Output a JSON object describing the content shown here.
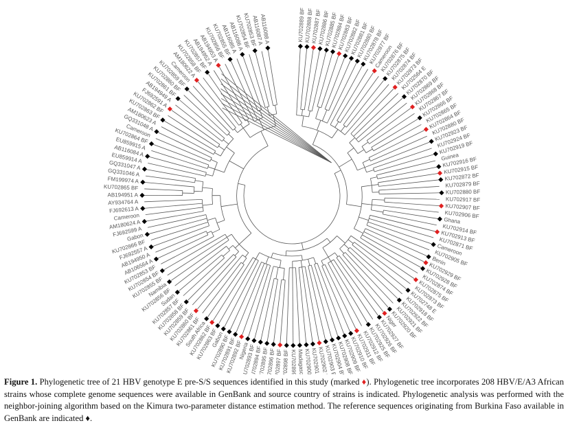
{
  "figure": {
    "label": "Figure 1.",
    "caption_part1": " Phylogenetic tree of 21 HBV genotype E pre-S/S sequences identified in this study (marked ",
    "marker_this_study": "♦",
    "caption_part2": "). Phylogenetic tree incorporates 208 HBV/E/A3 African strains whose complete genome sequences were available in GenBank and source country of strains is indicated. Phylogenetic analysis was performed with the neighbor-joining algorithm based on the Kimura two-parameter distance estimation method. The reference sequences originating from Burkina Faso available in GenBank are indicated ",
    "marker_reference": "♦",
    "caption_part3": "."
  },
  "colors": {
    "this_study_marker": "#e02020",
    "reference_marker": "#000000",
    "branches": "#555555"
  },
  "tree": {
    "leaves": [
      "KU702889 BF",
      "KU702888 BF",
      "KU702887 BF",
      "KU702886 BF",
      "KU702885 BF",
      "KU702884 BF",
      "KU702883 BF",
      "KU702882 BF",
      "KU702881 BF",
      "KU702880 BF",
      "KU702878 BF",
      "KU702877 BF",
      "Cameroon",
      "KU702876 BF",
      "KU702875 BF",
      "KU702874 BF",
      "KU702873 BF",
      "KU702564 E",
      "KU702870 BF",
      "KU702869 BF",
      "KU702868 BF",
      "KU702867 BF",
      "KU702866 BF",
      "KU702865 BF",
      "KU702864 BF",
      "KU702880 BF",
      "KU702923 BF",
      "KU702924 BF",
      "KU702919 BF",
      "Guinea",
      "KU702916 BF",
      "KU702915 BF",
      "KU702872 BF",
      "KU702879 BF",
      "KU702880 BF",
      "KU702917 BF",
      "KU702907 BF",
      "KU702906 BF",
      "Ghana",
      "KU702914 BF",
      "KU702913 BF",
      "KU702871 BF",
      "Cameroon",
      "KU702905 BF",
      "Benin",
      "KU702929 BF",
      "KU702928 BF",
      "KU702874 BF",
      "KU702875 BF",
      "KU702873 BF",
      "KU702748 E",
      "KU702918 BF",
      "KU702922 BF",
      "KU702921 BF",
      "KU702920 BF",
      "Niger",
      "KU702927 BF",
      "KU702926 BF",
      "KU702925 BF",
      "KU702912 BF",
      "KU702911 BF",
      "KU702910 BF",
      "KU702909 BF",
      "KU702908 BF",
      "KU702904 BF",
      "KU702903 BF",
      "KU702902 BF",
      "KU702901 BF",
      "KU702900 BF",
      "Madagascar",
      "KU702899 BF",
      "KU702898 BF",
      "KU702897 BF",
      "KU702896 BF",
      "KU702895 BF",
      "KU702894 BF",
      "KU702893 BF",
      "Nigeria",
      "KU702892 BF",
      "KU702891 BF",
      "KU702890 BF",
      "Gabon",
      "KU702863 BF",
      "KU702862 BF",
      "South Africa",
      "KU702861 BF",
      "KU702860 BF",
      "KU702859 BF",
      "KU702858 BF",
      "KU702857 BF",
      "Sudan",
      "KU702856 BF",
      "Namibia",
      "KU702855 BF",
      "KU702854 BF",
      "KU702853 BF",
      "AB106564 A",
      "AB194950 A",
      "FJ692557 A",
      "KU702866 BF",
      "Gabon",
      "FJ692599 A",
      "AM180624 A",
      "Cameroon",
      "FJ692613 A",
      "AY934764 A",
      "AB194951 A",
      "KU702865 BF",
      "FM199974 A",
      "GQ331046 A",
      "GQ331047 A",
      "EU859914 A",
      "AB116084 A",
      "EU859915 A",
      "KU702864 BF",
      "Cameroon",
      "GQ331048 A",
      "AM180623 A",
      "KU702863 BF",
      "KU702862 BF",
      "FJ692591 A",
      "AB194949 A",
      "KU702861 BF",
      "KU702860 BF",
      "KU702859 BF",
      "Cameroon",
      "AM180622 A",
      "KU702858 BF",
      "KU702857 BF",
      "AB194952 A",
      "AB194953 A",
      "KU702856 BF",
      "KU702855 BF",
      "AB116085 A",
      "AB116086 A",
      "KU702854 BF",
      "KU702853 BF",
      "AB116087 A",
      "AB116088 A"
    ]
  }
}
